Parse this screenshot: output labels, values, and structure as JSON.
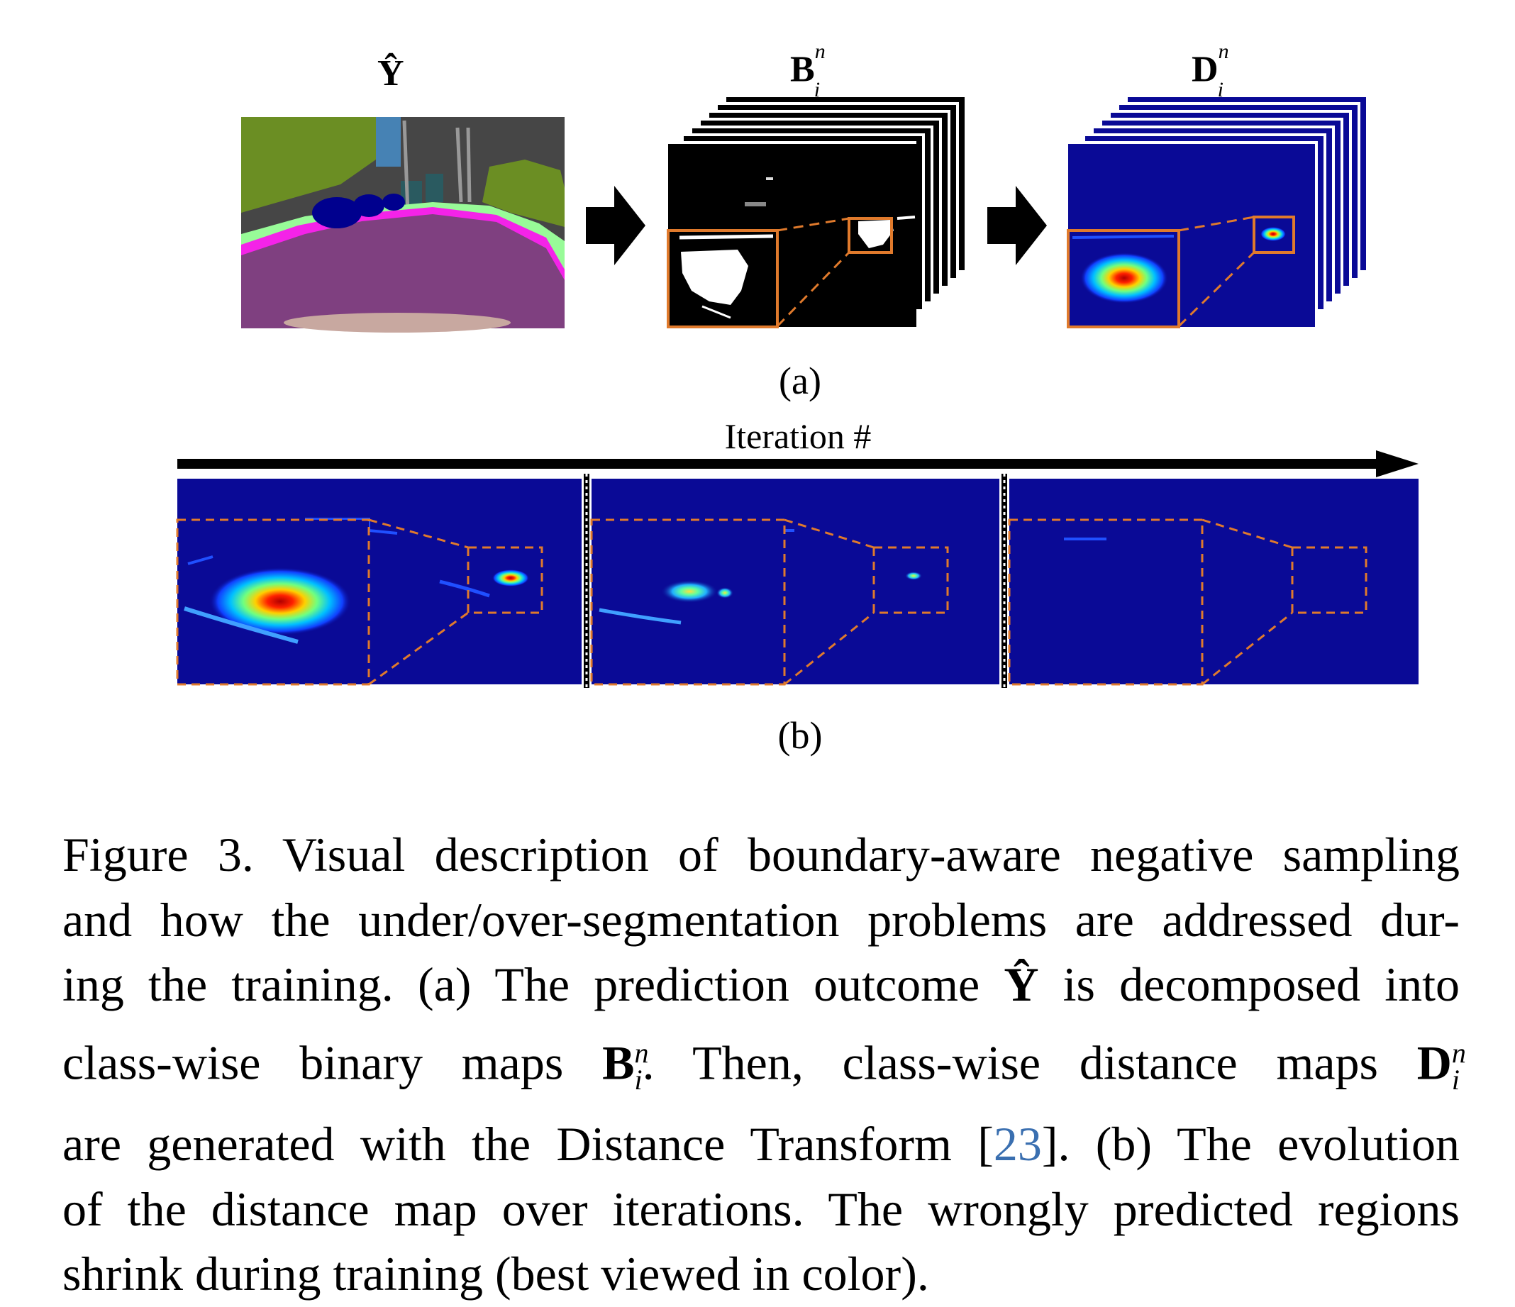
{
  "figure": {
    "panel_a": {
      "label": "(a)",
      "titles": {
        "y_hat": "Ŷ",
        "b_map": "B",
        "d_map": "D",
        "superscript": "n",
        "subscript": "i"
      }
    },
    "panel_b": {
      "label": "(b)",
      "axis_label": "Iteration #"
    }
  },
  "caption": {
    "line1": "Figure 3. Visual description of boundary-aware negative sampling",
    "line2": "and how the under/over-segmentation problems are addressed dur-",
    "line3_a": "ing the training. (a) The prediction outcome ",
    "line3_sym": "Ŷ",
    "line3_b": " is decomposed into",
    "line4_a": "class-wise binary maps ",
    "line4_sym1": "B",
    "line4_b": ". Then, class-wise distance maps ",
    "line4_sym2": "D",
    "sup": "n",
    "sub": "i",
    "line5_a": "are generated with the Distance Transform [",
    "line5_cite": "23",
    "line5_b": "]. (b) The evolution",
    "line6": "of the distance map over iterations. The wrongly predicted regions",
    "line7": "shrink during training (best viewed in color)."
  },
  "colors": {
    "jet_background": "#0a0a96",
    "zoom_box": "#e07a2c",
    "segmentation_road": "#7f4080",
    "segmentation_vegetation": "#6b8e23",
    "segmentation_sidewalk": "#f423e8"
  }
}
